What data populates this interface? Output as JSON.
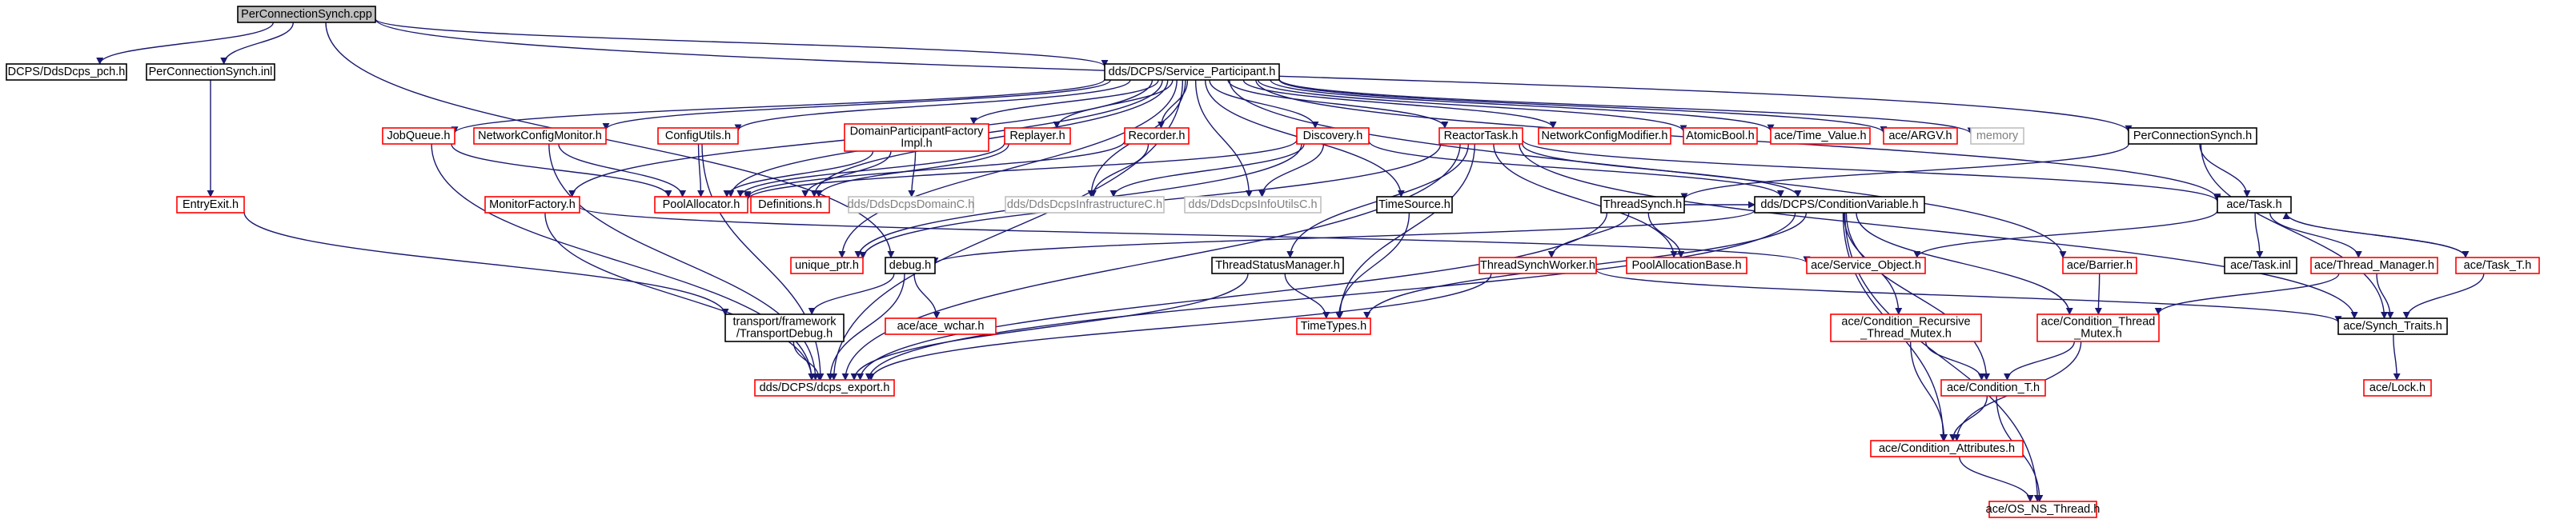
{
  "graph": {
    "title": "PerConnectionSynch.cpp",
    "colors": {
      "edge": "#191970",
      "root_fill": "#bfbfbf",
      "documented_border": "#000000",
      "undocumented_border": "#ff0000",
      "external_border": "#bfbfbf",
      "external_text": "#808080",
      "node_fill": "#ffffff"
    },
    "nodes": [
      {
        "id": "root",
        "lines": [
          "PerConnectionSynch.cpp"
        ],
        "style": "root"
      },
      {
        "id": "dcps_pch",
        "lines": [
          "DCPS/DdsDcps_pch.h"
        ],
        "style": "black"
      },
      {
        "id": "pcs_inl",
        "lines": [
          "PerConnectionSynch.inl"
        ],
        "style": "black"
      },
      {
        "id": "entryexit",
        "lines": [
          "EntryExit.h"
        ],
        "style": "red"
      },
      {
        "id": "service_participant",
        "lines": [
          "dds/DCPS/Service_Participant.h"
        ],
        "style": "black"
      },
      {
        "id": "jobqueue",
        "lines": [
          "JobQueue.h"
        ],
        "style": "red"
      },
      {
        "id": "netconfigmonitor",
        "lines": [
          "NetworkConfigMonitor.h"
        ],
        "style": "red"
      },
      {
        "id": "configutils",
        "lines": [
          "ConfigUtils.h"
        ],
        "style": "red"
      },
      {
        "id": "dpfimpl",
        "lines": [
          "DomainParticipantFactory",
          "Impl.h"
        ],
        "style": "red"
      },
      {
        "id": "replayer",
        "lines": [
          "Replayer.h"
        ],
        "style": "red"
      },
      {
        "id": "recorder",
        "lines": [
          "Recorder.h"
        ],
        "style": "red"
      },
      {
        "id": "discovery",
        "lines": [
          "Discovery.h"
        ],
        "style": "red"
      },
      {
        "id": "reactortask",
        "lines": [
          "ReactorTask.h"
        ],
        "style": "red"
      },
      {
        "id": "netconfigmodifier",
        "lines": [
          "NetworkConfigModifier.h"
        ],
        "style": "red"
      },
      {
        "id": "atomicbool",
        "lines": [
          "AtomicBool.h"
        ],
        "style": "red"
      },
      {
        "id": "ace_timevalue",
        "lines": [
          "ace/Time_Value.h"
        ],
        "style": "red"
      },
      {
        "id": "ace_argv",
        "lines": [
          "ace/ARGV.h"
        ],
        "style": "red"
      },
      {
        "id": "memory",
        "lines": [
          "memory"
        ],
        "style": "gray"
      },
      {
        "id": "pcs_h",
        "lines": [
          "PerConnectionSynch.h"
        ],
        "style": "black"
      },
      {
        "id": "monitorfactory",
        "lines": [
          "MonitorFactory.h"
        ],
        "style": "red"
      },
      {
        "id": "poolallocator",
        "lines": [
          "PoolAllocator.h"
        ],
        "style": "red"
      },
      {
        "id": "definitions",
        "lines": [
          "Definitions.h"
        ],
        "style": "red"
      },
      {
        "id": "domainc",
        "lines": [
          "dds/DdsDcpsDomainC.h"
        ],
        "style": "gray"
      },
      {
        "id": "infrastructurec",
        "lines": [
          "dds/DdsDcpsInfrastructureC.h"
        ],
        "style": "gray"
      },
      {
        "id": "infoutilsc",
        "lines": [
          "dds/DdsDcpsInfoUtilsC.h"
        ],
        "style": "gray"
      },
      {
        "id": "timesource",
        "lines": [
          "TimeSource.h"
        ],
        "style": "black"
      },
      {
        "id": "threadsynch",
        "lines": [
          "ThreadSynch.h"
        ],
        "style": "black"
      },
      {
        "id": "condvar",
        "lines": [
          "dds/DCPS/ConditionVariable.h"
        ],
        "style": "black"
      },
      {
        "id": "ace_task",
        "lines": [
          "ace/Task.h"
        ],
        "style": "black"
      },
      {
        "id": "unique_ptr",
        "lines": [
          "unique_ptr.h"
        ],
        "style": "red"
      },
      {
        "id": "debug",
        "lines": [
          "debug.h"
        ],
        "style": "black"
      },
      {
        "id": "threadstatusmanager",
        "lines": [
          "ThreadStatusManager.h"
        ],
        "style": "black"
      },
      {
        "id": "threadsynchworker",
        "lines": [
          "ThreadSynchWorker.h"
        ],
        "style": "red"
      },
      {
        "id": "poolallocationbase",
        "lines": [
          "PoolAllocationBase.h"
        ],
        "style": "red"
      },
      {
        "id": "ace_service_object",
        "lines": [
          "ace/Service_Object.h"
        ],
        "style": "red"
      },
      {
        "id": "ace_barrier",
        "lines": [
          "ace/Barrier.h"
        ],
        "style": "red"
      },
      {
        "id": "ace_task_inl",
        "lines": [
          "ace/Task.inl"
        ],
        "style": "black"
      },
      {
        "id": "ace_thread_manager",
        "lines": [
          "ace/Thread_Manager.h"
        ],
        "style": "red"
      },
      {
        "id": "ace_task_t",
        "lines": [
          "ace/Task_T.h"
        ],
        "style": "red"
      },
      {
        "id": "ace_ace_wchar",
        "lines": [
          "ace/ace_wchar.h"
        ],
        "style": "red"
      },
      {
        "id": "transportdebug",
        "lines": [
          "transport/framework",
          "/TransportDebug.h"
        ],
        "style": "black"
      },
      {
        "id": "timetypes",
        "lines": [
          "TimeTypes.h"
        ],
        "style": "red"
      },
      {
        "id": "ace_cond_rec_mutex",
        "lines": [
          "ace/Condition_Recursive",
          "_Thread_Mutex.h"
        ],
        "style": "red"
      },
      {
        "id": "ace_cond_thread_mutex",
        "lines": [
          "ace/Condition_Thread",
          "_Mutex.h"
        ],
        "style": "red"
      },
      {
        "id": "ace_synch_traits",
        "lines": [
          "ace/Synch_Traits.h"
        ],
        "style": "black"
      },
      {
        "id": "dcps_export",
        "lines": [
          "dds/DCPS/dcps_export.h"
        ],
        "style": "red"
      },
      {
        "id": "ace_condition_t",
        "lines": [
          "ace/Condition_T.h"
        ],
        "style": "red"
      },
      {
        "id": "ace_lock",
        "lines": [
          "ace/Lock.h"
        ],
        "style": "red"
      },
      {
        "id": "ace_cond_attrs",
        "lines": [
          "ace/Condition_Attributes.h"
        ],
        "style": "red"
      },
      {
        "id": "ace_os_ns_thread",
        "lines": [
          "ace/OS_NS_Thread.h"
        ],
        "style": "red"
      }
    ],
    "edges": [
      [
        "root",
        "dcps_pch"
      ],
      [
        "root",
        "pcs_inl"
      ],
      [
        "root",
        "service_participant"
      ],
      [
        "root",
        "pcs_h"
      ],
      [
        "root",
        "debug"
      ],
      [
        "pcs_inl",
        "entryexit"
      ],
      [
        "entryexit",
        "transportdebug"
      ],
      [
        "service_participant",
        "jobqueue"
      ],
      [
        "service_participant",
        "netconfigmonitor"
      ],
      [
        "service_participant",
        "configutils"
      ],
      [
        "service_participant",
        "dpfimpl"
      ],
      [
        "service_participant",
        "replayer"
      ],
      [
        "service_participant",
        "recorder"
      ],
      [
        "service_participant",
        "discovery"
      ],
      [
        "service_participant",
        "reactortask"
      ],
      [
        "service_participant",
        "netconfigmodifier"
      ],
      [
        "service_participant",
        "atomicbool"
      ],
      [
        "service_participant",
        "ace_timevalue"
      ],
      [
        "service_participant",
        "ace_argv"
      ],
      [
        "service_participant",
        "memory"
      ],
      [
        "service_participant",
        "monitorfactory"
      ],
      [
        "service_participant",
        "poolallocator"
      ],
      [
        "service_participant",
        "definitions"
      ],
      [
        "service_participant",
        "infrastructurec"
      ],
      [
        "service_participant",
        "infoutilsc"
      ],
      [
        "service_participant",
        "timesource"
      ],
      [
        "service_participant",
        "unique_ptr"
      ],
      [
        "service_participant",
        "ace_barrier"
      ],
      [
        "service_participant",
        "ace_task"
      ],
      [
        "service_participant",
        "dcps_export"
      ],
      [
        "jobqueue",
        "poolallocator"
      ],
      [
        "jobqueue",
        "dcps_export"
      ],
      [
        "netconfigmonitor",
        "poolallocator"
      ],
      [
        "netconfigmonitor",
        "dcps_export"
      ],
      [
        "configutils",
        "poolallocator"
      ],
      [
        "configutils",
        "dcps_export"
      ],
      [
        "dpfimpl",
        "definitions"
      ],
      [
        "dpfimpl",
        "domainc"
      ],
      [
        "dpfimpl",
        "poolallocator"
      ],
      [
        "replayer",
        "definitions"
      ],
      [
        "replayer",
        "poolallocator"
      ],
      [
        "recorder",
        "poolallocator"
      ],
      [
        "recorder",
        "infrastructurec"
      ],
      [
        "discovery",
        "poolallocator"
      ],
      [
        "discovery",
        "infrastructurec"
      ],
      [
        "discovery",
        "infoutilsc"
      ],
      [
        "discovery",
        "unique_ptr"
      ],
      [
        "discovery",
        "condvar"
      ],
      [
        "reactortask",
        "condvar"
      ],
      [
        "reactortask",
        "ace_task"
      ],
      [
        "reactortask",
        "threadstatusmanager"
      ],
      [
        "reactortask",
        "timetypes"
      ],
      [
        "reactortask",
        "dcps_export"
      ],
      [
        "reactortask",
        "poolallocationbase"
      ],
      [
        "reactortask",
        "ace_synch_traits"
      ],
      [
        "reactortask",
        "unique_ptr"
      ],
      [
        "pcs_h",
        "threadsynch"
      ],
      [
        "pcs_h",
        "ace_task"
      ],
      [
        "pcs_h",
        "ace_synch_traits"
      ],
      [
        "monitorfactory",
        "ace_service_object"
      ],
      [
        "monitorfactory",
        "dcps_export"
      ],
      [
        "timesource",
        "timetypes"
      ],
      [
        "threadsynch",
        "threadsynchworker"
      ],
      [
        "threadsynch",
        "poolallocationbase"
      ],
      [
        "threadsynch",
        "dcps_export"
      ],
      [
        "threadsynch",
        "condvar"
      ],
      [
        "condvar",
        "timetypes"
      ],
      [
        "condvar",
        "ace_cond_rec_mutex"
      ],
      [
        "condvar",
        "ace_cond_thread_mutex"
      ],
      [
        "condvar",
        "ace_condition_t"
      ],
      [
        "condvar",
        "ace_cond_attrs"
      ],
      [
        "condvar",
        "ace_os_ns_thread"
      ],
      [
        "condvar",
        "dcps_export"
      ],
      [
        "condvar",
        "debug"
      ],
      [
        "ace_task",
        "ace_service_object"
      ],
      [
        "ace_task",
        "ace_task_inl"
      ],
      [
        "ace_task",
        "ace_thread_manager"
      ],
      [
        "ace_task",
        "ace_task_t"
      ],
      [
        "ace_task_t",
        "ace_task"
      ],
      [
        "ace_task_t",
        "ace_synch_traits"
      ],
      [
        "ace_thread_manager",
        "ace_synch_traits"
      ],
      [
        "ace_thread_manager",
        "ace_cond_thread_mutex"
      ],
      [
        "debug",
        "ace_ace_wchar"
      ],
      [
        "debug",
        "transportdebug"
      ],
      [
        "debug",
        "dcps_export"
      ],
      [
        "transportdebug",
        "dcps_export"
      ],
      [
        "threadstatusmanager",
        "timetypes"
      ],
      [
        "threadstatusmanager",
        "dcps_export"
      ],
      [
        "threadsynchworker",
        "dcps_export"
      ],
      [
        "threadsynchworker",
        "ace_synch_traits"
      ],
      [
        "ace_barrier",
        "ace_cond_thread_mutex"
      ],
      [
        "ace_cond_rec_mutex",
        "ace_condition_t"
      ],
      [
        "ace_cond_rec_mutex",
        "ace_cond_attrs"
      ],
      [
        "ace_cond_thread_mutex",
        "ace_condition_t"
      ],
      [
        "ace_cond_thread_mutex",
        "ace_cond_attrs"
      ],
      [
        "ace_condition_t",
        "ace_cond_attrs"
      ],
      [
        "ace_condition_t",
        "ace_os_ns_thread"
      ],
      [
        "ace_cond_attrs",
        "ace_os_ns_thread"
      ],
      [
        "ace_synch_traits",
        "ace_lock"
      ]
    ]
  }
}
